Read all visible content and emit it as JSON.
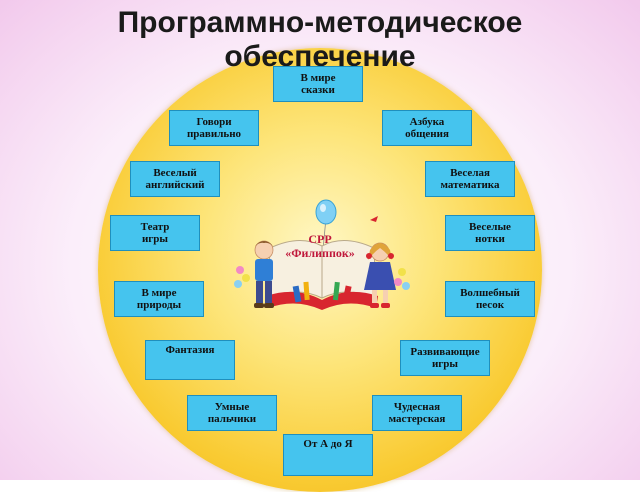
{
  "title": {
    "line1": "Программно-методическое",
    "line2": "обеспечение"
  },
  "center": {
    "label": "СРР\n«Филиппок»"
  },
  "nodes": [
    {
      "id": "v-mire-skazki",
      "label": "В мире\nсказки"
    },
    {
      "id": "azbuka-obshcheniya",
      "label": "Азбука\nобщения"
    },
    {
      "id": "veselaya-matematika",
      "label": "Веселая\nматематика"
    },
    {
      "id": "veselye-notki",
      "label": "Веселые\nнотки"
    },
    {
      "id": "volshebny-pesok",
      "label": "Волшебный\nпесок"
    },
    {
      "id": "razvivayushchie-igry",
      "label": "Развивающие\nигры"
    },
    {
      "id": "chudesnaya-masterskaya",
      "label": "Чудесная\nмастерская"
    },
    {
      "id": "ot-a-do-ya",
      "label": "От А до Я"
    },
    {
      "id": "umnye-palchiki",
      "label": "Умные\nпальчики"
    },
    {
      "id": "fantaziya",
      "label": "Фантазия"
    },
    {
      "id": "v-mire-prirody",
      "label": "В мире\nприроды"
    },
    {
      "id": "teatr-igry",
      "label": "Театр\nигры"
    },
    {
      "id": "vesely-angliysky",
      "label": "Веселый\nанглийский"
    },
    {
      "id": "govori-pravilno",
      "label": "Говори\nправильно"
    }
  ],
  "colors": {
    "node_fill": "#45c4ee",
    "disc": "#f9cb33",
    "center_text": "#c0183b"
  }
}
